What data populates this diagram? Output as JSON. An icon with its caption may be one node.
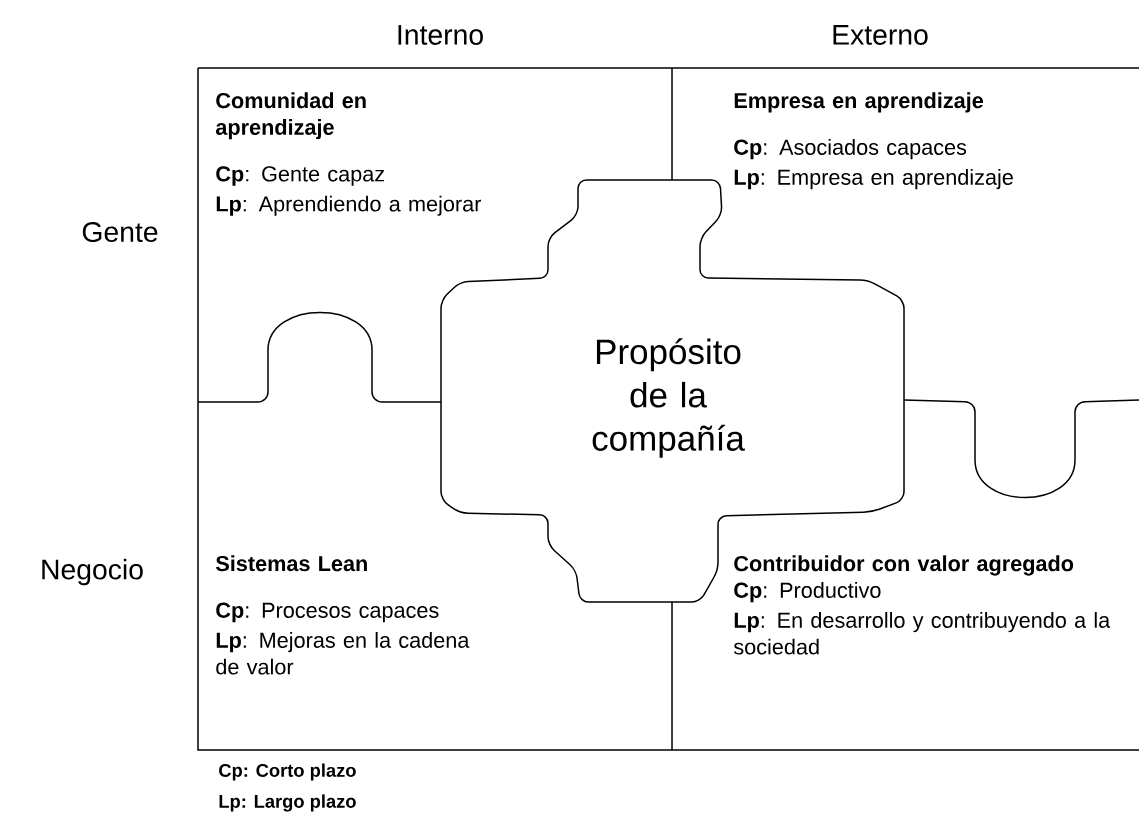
{
  "diagram": {
    "nodes": [
      {
        "text": [
          "Comunidad en aprendizaje",
          "**Cp**: Gente capaz",
          "**Lp**: Aprendiendo a mejorar"
        ]
      },
      {
        "text": [
          "Empresa en aprendizaje",
          "**Cp**: Asociados capaces",
          "**Lp**: Empresa en aprendizaje"
        ]
      },
      {
        "text": [
          "Sistemas Lean",
          "**Cp**: Procesos capaces",
          "**Lp**: Mejoras en la cadena de valor"
        ]
      },
      {
        "text": [
          "Contribuidor con valor agregado",
          "**Cp**: Productivo",
          "**Lp**: En desarrollo y contribuyendo a la sociedad"
        ]
      },
      {
        "text": [
          "Propósito de la compañía"
        ]
      }
    ],
    "labels": [
      "Interno",
      "Externo",
      "Gente",
      "Negocio",
      "Cp: Corto plazo",
      "Lp: Largo plazo"
    ]
  }
}
